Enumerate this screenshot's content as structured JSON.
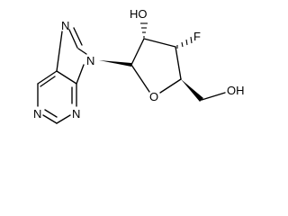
{
  "molecule": {
    "atoms": {
      "n7": "N",
      "n9": "N",
      "n1": "N",
      "n3": "N",
      "ring_o": "O",
      "ho2": "HO",
      "f3": "F",
      "oh5": "OH"
    },
    "colors": {
      "ink": "#000000",
      "background": "#ffffff"
    }
  }
}
